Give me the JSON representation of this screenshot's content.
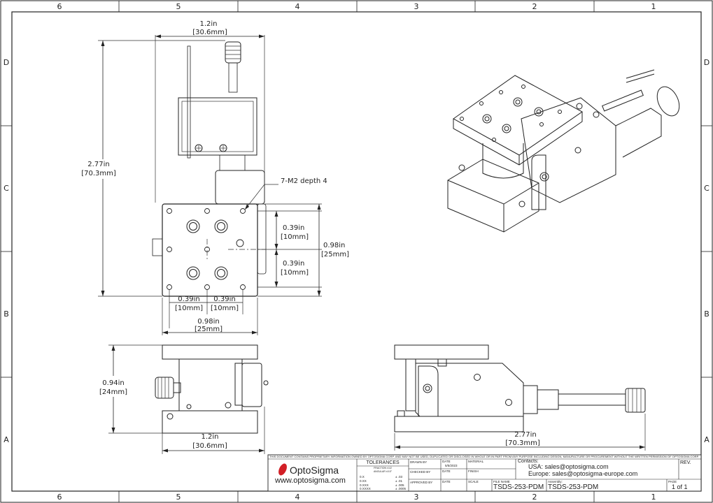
{
  "zones": {
    "columns": [
      "6",
      "5",
      "4",
      "3",
      "2",
      "1"
    ],
    "rows": [
      "D",
      "C",
      "B",
      "A"
    ]
  },
  "dimensions": {
    "top_width_in": "1.2in",
    "top_width_mm": "[30.6mm]",
    "height_in": "2.77in",
    "height_mm": "[70.3mm]",
    "hole_note": "7-M2 depth 4",
    "pitch_v1_in": "0.39in",
    "pitch_v1_mm": "[10mm]",
    "pitch_v2_in": "0.39in",
    "pitch_v2_mm": "[10mm]",
    "plate_h_in": "0.98in",
    "plate_h_mm": "[25mm]",
    "pitch_h1_in": "0.39in",
    "pitch_h1_mm": "[10mm]",
    "pitch_h2_in": "0.39in",
    "pitch_h2_mm": "[10mm]",
    "plate_w_in": "0.98in",
    "plate_w_mm": "[25mm]",
    "side_h_in": "0.94in",
    "side_h_mm": "[24mm]",
    "bottom_width_in": "1.2in",
    "bottom_width_mm": "[30.6mm]",
    "length_in": "2.77in",
    "length_mm": "[70.3mm]"
  },
  "title_block": {
    "proprietary": "THIS DOCUMENT CONTAINS PROPRIETARY INFORMATION OWNED BY OPTOSIGMA CORP. AND MAY NOT BE USED, DUPLICATED OR DISCLOSED IN WHOLE OR IN PART FROM ANY PURPOSE INCLUDING DESIGN, MANUFACTURE OR PROCUREMENT WITHOUT THE WRITTEN PERMISSION OF OPTOSIGMA CORP.",
    "logo_text": "OptoSigma",
    "website": "www.optosigma.com",
    "tolerances_label": "TOLERANCES",
    "fraction_label": "FRACTION ±1/2",
    "angular_label": "ANGULAR ±0.5°",
    "tol_rows": [
      {
        "fmt": "0.X",
        "val": "± .03"
      },
      {
        "fmt": "0.XX",
        "val": "± .01"
      },
      {
        "fmt": "0.XXX",
        "val": "± .005"
      },
      {
        "fmt": "0.XXXX",
        "val": "± .0005"
      }
    ],
    "drawn_by_label": "DRAWN BY",
    "checked_by_label": "CHECKED BY",
    "approved_by_label": "APPROVED BY",
    "date_label": "DATE",
    "date_value": "5/5/2023",
    "material_label": "MATERIAL",
    "finish_label": "FINISH",
    "scale_label": "SCALE",
    "contacts_label": "Contacts:",
    "contact_usa": "USA: sales@optosigma.com",
    "contact_europe": "Europe: sales@optosigma-europe.com",
    "rev_label": "REV.",
    "file_name_label": "FILE NAME",
    "file_name": "TSDS-253-PDM",
    "assembly_label": "Assembly:",
    "assembly": "TSDS-253-PDM",
    "page_label": "PAGE",
    "page_value": "1 of 1"
  }
}
